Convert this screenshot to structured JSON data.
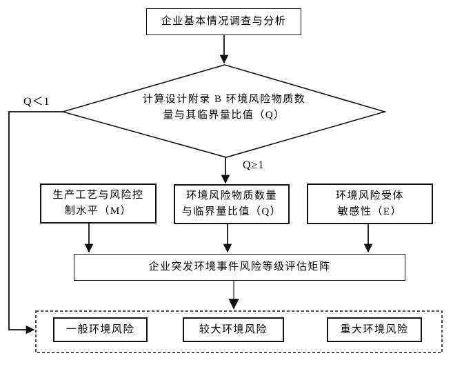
{
  "flowchart": {
    "title_box": {
      "label": "企业基本情况调查与分析"
    },
    "decision": {
      "line1": "计算设计附录 B 环境风险物质数",
      "line2": "量与其临界量比值（Q）"
    },
    "branch_labels": {
      "left": "Q＜1",
      "down": "Q≥1"
    },
    "factor_boxes": [
      {
        "id": "M",
        "line1": "生产工艺与风险控",
        "line2": "制水平（M）"
      },
      {
        "id": "Q",
        "line1": "环境风险物质数量",
        "line2": "与临界量比值（Q）"
      },
      {
        "id": "E",
        "line1": "环境风险受体",
        "line2": "敏感性（E）"
      }
    ],
    "matrix_box": {
      "label": "企业突发环境事件风险等级评估矩阵"
    },
    "result_boxes": [
      {
        "label": "一般环境风险"
      },
      {
        "label": "较大环境风险"
      },
      {
        "label": "重大环境风险"
      }
    ],
    "colors": {
      "line": "#111111",
      "matrix_connector_gray": "#808080",
      "background": "#ffffff",
      "text": "#000000"
    }
  }
}
